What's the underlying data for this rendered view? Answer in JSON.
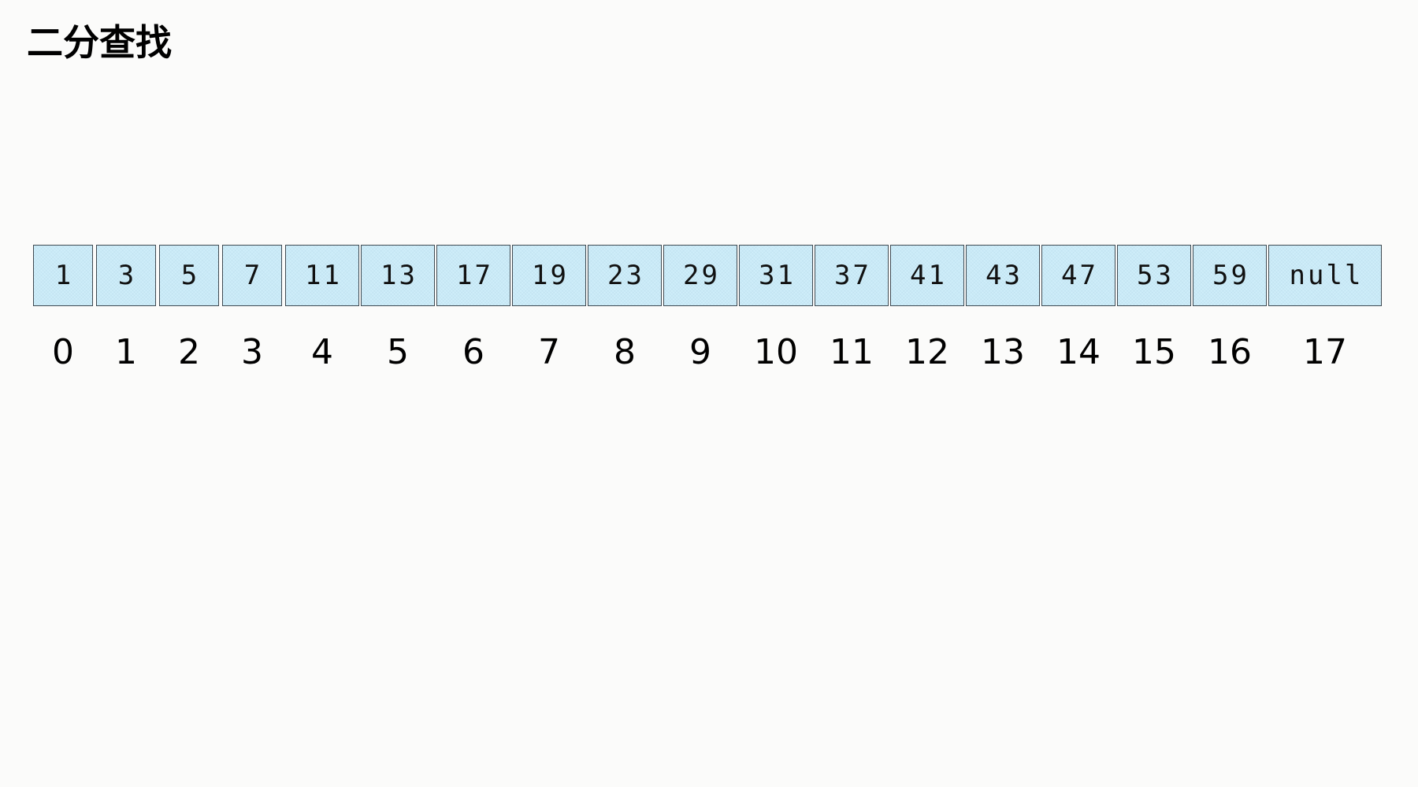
{
  "title": "二分查找",
  "array": {
    "values": [
      "1",
      "3",
      "5",
      "7",
      "11",
      "13",
      "17",
      "19",
      "23",
      "29",
      "31",
      "37",
      "41",
      "43",
      "47",
      "53",
      "59",
      "null"
    ],
    "indices": [
      "0",
      "1",
      "2",
      "3",
      "4",
      "5",
      "6",
      "7",
      "8",
      "9",
      "10",
      "11",
      "12",
      "13",
      "14",
      "15",
      "16",
      "17"
    ]
  },
  "colors": {
    "cell_fill": "#cfeefa",
    "cell_border": "#3f4a52",
    "background": "#fbfbfa"
  }
}
